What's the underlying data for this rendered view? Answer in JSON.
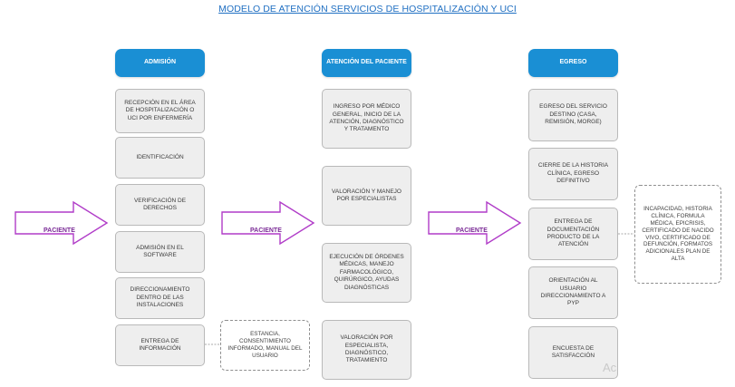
{
  "title": "MODELO DE ATENCIÓN SERVICIOS DE HOSPITALIZACIÓN Y UCI",
  "columns": [
    {
      "header": "ADMISIÓN",
      "steps": [
        "RECEPCIÓN EN EL ÁREA DE HOSPITALIZACIÓN O UCI POR ENFERMERÍA",
        "IDENTIFICACIÓN",
        "VERIFICACIÓN DE DERECHOS",
        "ADMISIÓN EN EL SOFTWARE",
        "DIRECCIONAMIENTO DENTRO DE LAS INSTALACIONES",
        "ENTREGA DE INFORMACIÓN"
      ]
    },
    {
      "header": "ATENCIÓN DEL PACIENTE",
      "steps": [
        "INGRESO POR MÉDICO GENERAL, INICIO DE LA ATENCIÓN, DIAGNÓSTICO Y TRATAMENTO",
        "VALORACIÓN Y MANEJO POR ESPECIALISTAS",
        "EJECUCIÓN DE ÓRDENES MÉDICAS, MANEJO FARMACOLÓGICO, QUIRÚRGICO, AYUDAS DIAGNÓSTICAS",
        "VALORACIÓN POR ESPECIALISTA, DIAGNÓSTICO, TRATAMIENTO"
      ]
    },
    {
      "header": "EGRESO",
      "steps": [
        "EGRESO DEL SERVICIO DESTINO (CASA, REMISIÓN, MORGE)",
        "CIERRE DE LA HISTORIA CLÍNICA, EGRESO DEFINITIVO",
        "ENTREGA DE DOCUMENTACIÓN PRODUCTO DE LA ATENCIÓN",
        "ORIENTACIÓN AL USUARIO DIRECCIONAMIENTO A PYP",
        "ENCUESTA DE SATISFACCIÓN"
      ]
    }
  ],
  "arrows": [
    "PACIENTE",
    "PACIENTE",
    "PACIENTE"
  ],
  "notes": {
    "admision": "ESTANCIA, CONSENTIMIENTO INFORMADO, MANUAL DEL USUARIO",
    "egreso": "INCAPACIDAD, HISTORIA CLÍNICA, FORMULA MÉDICA, EPICRISIS, CERTIFICADO DE NACIDO VIVO, CERTIFICADO DE DEFUNCIÓN, FORMATOS ADICIONALES PLAN DE ALTA"
  },
  "watermark": "Ac",
  "colors": {
    "header": "#1a8fd4",
    "arrow_stroke": "#b03cc8",
    "title": "#1f6fc2"
  }
}
